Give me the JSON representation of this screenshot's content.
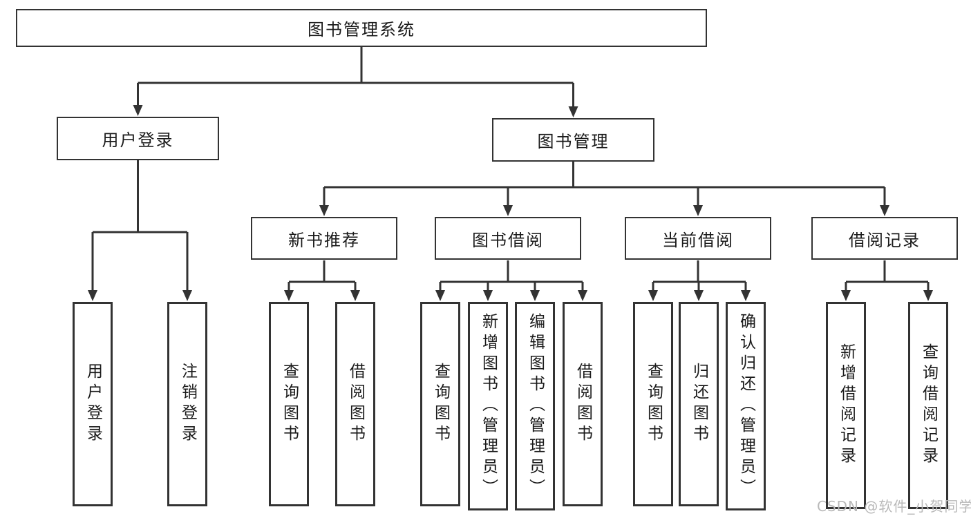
{
  "tree": {
    "root": {
      "label": "图书管理系统"
    },
    "branches": [
      {
        "label": "用户登录",
        "children": [
          {
            "label": "用户登录"
          },
          {
            "label": "注销登录"
          }
        ]
      },
      {
        "label": "图书管理",
        "children": [
          {
            "label": "新书推荐",
            "children": [
              {
                "label": "查询图书"
              },
              {
                "label": "借阅图书"
              }
            ]
          },
          {
            "label": "图书借阅",
            "children": [
              {
                "label": "查询图书"
              },
              {
                "label": "新增图书（管理员）"
              },
              {
                "label": "编辑图书（管理员）"
              },
              {
                "label": "借阅图书"
              }
            ]
          },
          {
            "label": "当前借阅",
            "children": [
              {
                "label": "查询图书"
              },
              {
                "label": "归还图书"
              },
              {
                "label": "确认归还（管理员）"
              }
            ]
          },
          {
            "label": "借阅记录",
            "children": [
              {
                "label": "新增借阅记录"
              },
              {
                "label": "查询借阅记录"
              }
            ]
          }
        ]
      }
    ]
  },
  "watermark": {
    "text": "CSDN @软件_小贺同学"
  },
  "colors": {
    "line": "#333333",
    "text": "#1a1a1a",
    "watermark": "#b9b9b9",
    "background": "#ffffff"
  }
}
